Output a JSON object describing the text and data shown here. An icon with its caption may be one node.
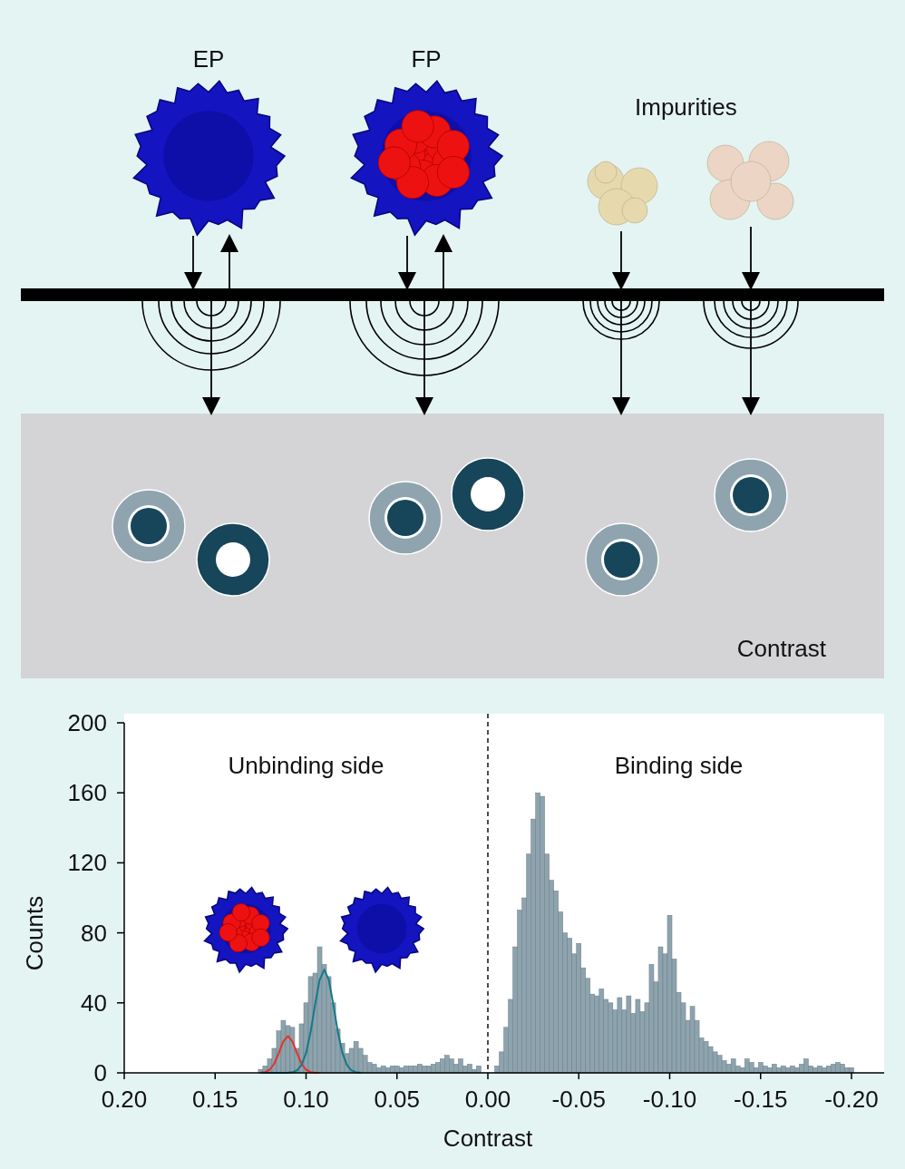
{
  "diagram": {
    "nodes": [
      {
        "text": [
          "EP"
        ]
      },
      {
        "text": [
          "FP"
        ]
      },
      {
        "text": [],
        "shape": "picture"
      },
      {
        "text": [],
        "shape": "picture"
      },
      {
        "text": [],
        "shape": "bar"
      },
      {
        "text": [
          "Contrast"
        ]
      }
    ],
    "edges": [
      {
        "from": 0,
        "to": 4,
        "arrow": "to"
      },
      {
        "from": 4,
        "to": 0,
        "arrow": "to"
      },
      {
        "from": 1,
        "to": 4,
        "arrow": "to"
      },
      {
        "from": 4,
        "to": 1,
        "arrow": "to"
      },
      {
        "from": 2,
        "to": 4,
        "arrow": "to"
      },
      {
        "from": 3,
        "to": 4,
        "arrow": "to"
      },
      {
        "from": 4,
        "to": 5,
        "arrow": "to"
      },
      {
        "from": 4,
        "to": 5,
        "arrow": "to"
      },
      {
        "from": 4,
        "to": 5,
        "arrow": "to"
      },
      {
        "from": 4,
        "to": 5,
        "arrow": "to"
      }
    ],
    "labels": [
      "Impurities"
    ],
    "chart_data": {
      "type": "bar",
      "xlabel": "Contrast",
      "ylabel": "Counts",
      "x": [
        0.125,
        0.1225,
        0.12,
        0.1175,
        0.115,
        0.1125,
        0.11,
        0.1075,
        0.105,
        0.1025,
        0.1,
        0.0975,
        0.095,
        0.0925,
        0.09,
        0.0875,
        0.085,
        0.0825,
        0.08,
        0.0775,
        0.075,
        0.0725,
        0.07,
        0.0675,
        0.065,
        0.0625,
        0.06,
        0.0575,
        0.055,
        0.0525,
        0.05,
        0.0475,
        0.045,
        0.0425,
        0.04,
        0.0375,
        0.035,
        0.0325,
        0.03,
        0.0275,
        0.025,
        0.0225,
        0.02,
        0.0175,
        0.015,
        0.0125,
        0.01,
        0.0075,
        0.005,
        0.0025,
        0,
        -0.0025,
        -0.005,
        -0.0075,
        -0.01,
        -0.0125,
        -0.015,
        -0.0175,
        -0.02,
        -0.0225,
        -0.025,
        -0.0275,
        -0.03,
        -0.0325,
        -0.035,
        -0.0375,
        -0.04,
        -0.0425,
        -0.045,
        -0.0475,
        -0.05,
        -0.0525,
        -0.055,
        -0.0575,
        -0.06,
        -0.0625,
        -0.065,
        -0.0675,
        -0.07,
        -0.0725,
        -0.075,
        -0.0775,
        -0.08,
        -0.0825,
        -0.085,
        -0.0875,
        -0.09,
        -0.0925,
        -0.095,
        -0.0975,
        -0.1,
        -0.1025,
        -0.105,
        -0.1075,
        -0.11,
        -0.1125,
        -0.115,
        -0.1175,
        -0.12,
        -0.1225,
        -0.125,
        -0.1275,
        -0.13,
        -0.1325,
        -0.135,
        -0.1375,
        -0.14,
        -0.1425,
        -0.145,
        -0.1475,
        -0.15,
        -0.1525,
        -0.155,
        -0.1575,
        -0.16,
        -0.1625,
        -0.165,
        -0.1675,
        -0.17,
        -0.1725,
        -0.175,
        -0.1775,
        -0.18,
        -0.1825,
        -0.185,
        -0.1875,
        -0.19,
        -0.1925,
        -0.195,
        -0.1975,
        -0.2
      ],
      "series": [
        {
          "color": "#8da3ad",
          "values": [
            2,
            4,
            8,
            14,
            24,
            30,
            27,
            26,
            14,
            28,
            40,
            55,
            57,
            72,
            62,
            55,
            40,
            25,
            17,
            11,
            14,
            18,
            14,
            10,
            6,
            5,
            3,
            4,
            3,
            4,
            4,
            3,
            4,
            4,
            4,
            5,
            4,
            4,
            5,
            6,
            8,
            10,
            8,
            5,
            8,
            4,
            5,
            2,
            4,
            0,
            0,
            0,
            4,
            12,
            26,
            42,
            72,
            93,
            100,
            125,
            145,
            160,
            158,
            125,
            110,
            104,
            92,
            80,
            77,
            68,
            74,
            60,
            54,
            45,
            44,
            48,
            42,
            40,
            36,
            43,
            36,
            44,
            34,
            42,
            35,
            40,
            62,
            52,
            72,
            68,
            90,
            65,
            46,
            40,
            30,
            38,
            30,
            20,
            18,
            15,
            12,
            10,
            7,
            5,
            8,
            4,
            3,
            8,
            6,
            3,
            6,
            4,
            3,
            5,
            3,
            4,
            3,
            4,
            3,
            5,
            8,
            4,
            3,
            4,
            3,
            4,
            5,
            6,
            5,
            3,
            3
          ]
        },
        {
          "type": "line",
          "color": "#e8302a",
          "values": [
            0.1,
            0.4,
            1.8,
            5.2,
            11.3,
            18,
            21,
            18,
            11.3,
            5.2,
            1.8,
            0.4,
            0.1,
            0,
            null,
            null,
            null,
            null,
            null,
            null,
            null,
            null,
            null,
            null,
            null,
            null,
            null,
            null,
            null,
            null,
            null,
            null,
            null,
            null,
            null,
            null,
            null,
            null,
            null,
            null,
            null,
            null,
            null,
            null,
            null,
            null,
            null,
            null,
            null,
            null,
            null,
            null,
            null,
            null,
            null,
            null,
            null,
            null,
            null,
            null,
            null,
            null,
            null,
            null,
            null,
            null,
            null,
            null,
            null,
            null,
            null,
            null,
            null,
            null,
            null,
            null,
            null,
            null,
            null,
            null,
            null,
            null,
            null,
            null,
            null,
            null,
            null,
            null,
            null,
            null,
            null,
            null,
            null,
            null,
            null,
            null,
            null,
            null,
            null,
            null,
            null,
            null,
            null,
            null,
            null,
            null,
            null,
            null,
            null,
            null,
            null,
            null,
            null,
            null,
            null,
            null,
            null,
            null,
            null,
            null,
            null,
            null,
            null,
            null,
            null,
            null,
            null,
            null,
            null,
            null,
            null
          ]
        },
        {
          "type": "line",
          "color": "#16798a",
          "values": [
            0,
            0,
            0,
            0,
            0,
            0,
            0.1,
            0.4,
            1.4,
            4.5,
            11.3,
            23.3,
            39,
            53.2,
            59,
            53.2,
            39,
            23.3,
            11.3,
            4.5,
            1.4,
            0.4,
            0.1,
            null,
            null,
            null,
            null,
            null,
            null,
            null,
            null,
            null,
            null,
            null,
            null,
            null,
            null,
            null,
            null,
            null,
            null,
            null,
            null,
            null,
            null,
            null,
            null,
            null,
            null,
            null,
            null,
            null,
            null,
            null,
            null,
            null,
            null,
            null,
            null,
            null,
            null,
            null,
            null,
            null,
            null,
            null,
            null,
            null,
            null,
            null,
            null,
            null,
            null,
            null,
            null,
            null,
            null,
            null,
            null,
            null,
            null,
            null,
            null,
            null,
            null,
            null,
            null,
            null,
            null,
            null,
            null,
            null,
            null,
            null,
            null,
            null,
            null,
            null,
            null,
            null,
            null,
            null,
            null,
            null,
            null,
            null,
            null,
            null,
            null,
            null,
            null,
            null,
            null,
            null,
            null,
            null,
            null,
            null,
            null,
            null,
            null,
            null,
            null,
            null,
            null,
            null,
            null,
            null,
            null,
            null,
            null
          ]
        }
      ],
      "xlim": [
        0.2,
        -0.2
      ],
      "ylim": [
        0,
        200
      ],
      "xticks": [
        {
          "value": 0.2,
          "label": "0.20"
        },
        {
          "value": 0.15,
          "label": "0.15"
        },
        {
          "value": 0.1,
          "label": "0.10"
        },
        {
          "value": 0.05,
          "label": "0.05"
        },
        {
          "value": 0,
          "label": "0.00"
        },
        {
          "value": -0.05,
          "label": "-0.05"
        },
        {
          "value": -0.1,
          "label": "-0.10"
        },
        {
          "value": -0.15,
          "label": "-0.15"
        },
        {
          "value": -0.2,
          "label": "-0.20"
        }
      ],
      "yticks": [
        0,
        40,
        80,
        120,
        160,
        200
      ],
      "annotations": [
        "Unbinding side",
        "Binding side"
      ]
    }
  }
}
